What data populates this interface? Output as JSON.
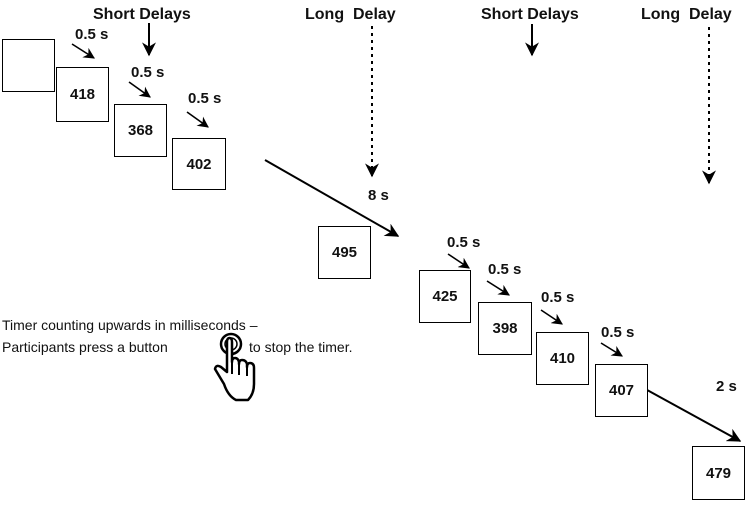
{
  "headers": {
    "short_delays_1": "Short Delays",
    "long_delay_1_a": "Long",
    "long_delay_1_b": "Delay",
    "short_delays_2": "Short Delays",
    "long_delay_2_a": "Long",
    "long_delay_2_b": "Delay"
  },
  "boxes": [
    "",
    "418",
    "368",
    "402",
    "495",
    "425",
    "398",
    "410",
    "407",
    "479"
  ],
  "delays": {
    "d1": "0.5 s",
    "d2": "0.5 s",
    "d3": "0.5 s",
    "long1": "8 s",
    "d4": "0.5 s",
    "d5": "0.5 s",
    "d6": "0.5 s",
    "d7": "0.5 s",
    "long2": "2 s"
  },
  "note": {
    "line1": "Timer counting upwards  in milliseconds –",
    "line2a": "Participants press a button",
    "line2b": "to stop the timer."
  },
  "hand_icon": "pointing-hand-icon"
}
